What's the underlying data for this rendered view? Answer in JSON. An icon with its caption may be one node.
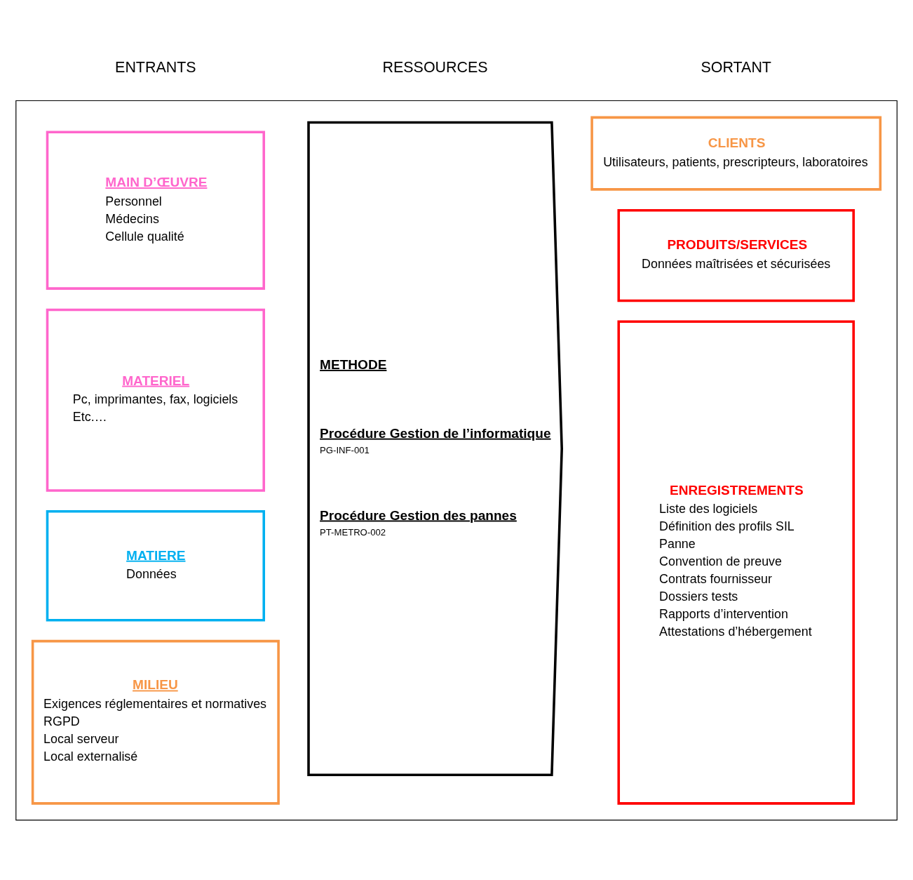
{
  "diagram": {
    "nodes": [
      {
        "text": [],
        "shape": "box"
      },
      {
        "text": [
          "MAIN D’ŒUVRE",
          "Personnel",
          "Médecins",
          "Cellule qualité"
        ],
        "in": 0
      },
      {
        "text": [
          "MATERIEL",
          "Pc, imprimantes, fax, logiciels",
          "Etc.…"
        ],
        "in": 0
      },
      {
        "text": [
          "MATIERE",
          "Données"
        ],
        "in": 0
      },
      {
        "text": [
          "MILIEU",
          "Exigences réglementaires et normatives",
          "RGPD",
          "Local serveur",
          "Local externalisé"
        ],
        "in": 0
      },
      {
        "text": [
          "METHODE",
          "Procédure Gestion de l’informatique",
          "PG-INF-001",
          "Procédure Gestion des pannes",
          "PT-METRO-002"
        ],
        "in": 0
      },
      {
        "text": [
          "CLIENTS",
          "Utilisateurs, patients, prescripteurs, laboratoires"
        ],
        "in": 0
      },
      {
        "text": [
          "PRODUITS/SERVICES",
          "Données maîtrisées et sécurisées"
        ],
        "in": 0
      },
      {
        "text": [
          "ENREGISTREMENTS",
          "Liste des logiciels",
          "Définition des profils SIL",
          "Panne",
          "Convention de preuve",
          "Contrats fournisseur",
          "Dossiers tests",
          "Rapports d’intervention",
          "Attestations d’hébergement"
        ],
        "in": 0
      }
    ],
    "edges": [],
    "labels": [
      "ENTRANTS",
      "RESSOURCES",
      "SORTANT"
    ]
  }
}
